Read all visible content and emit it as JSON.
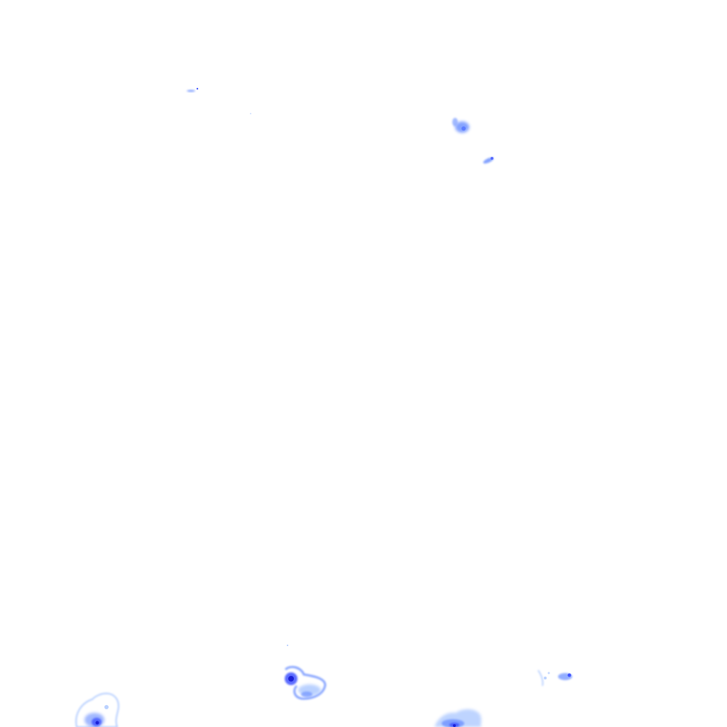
{
  "image": {
    "background_color": "#ffffff",
    "palette": {
      "light": "#a9c6ff",
      "mid": "#6f93ff",
      "deep": "#3f53ff",
      "core": "#1d22d6"
    },
    "echo_cells": [
      {
        "region": "top-left",
        "intensity": "light"
      },
      {
        "region": "top-center",
        "intensity": "mid"
      },
      {
        "region": "top-center-small",
        "intensity": "mid"
      },
      {
        "region": "bottom-left",
        "intensity": "deep"
      },
      {
        "region": "bottom-center-left",
        "intensity": "deep"
      },
      {
        "region": "bottom-center",
        "intensity": "deep"
      },
      {
        "region": "bottom-right",
        "intensity": "mid"
      }
    ]
  }
}
